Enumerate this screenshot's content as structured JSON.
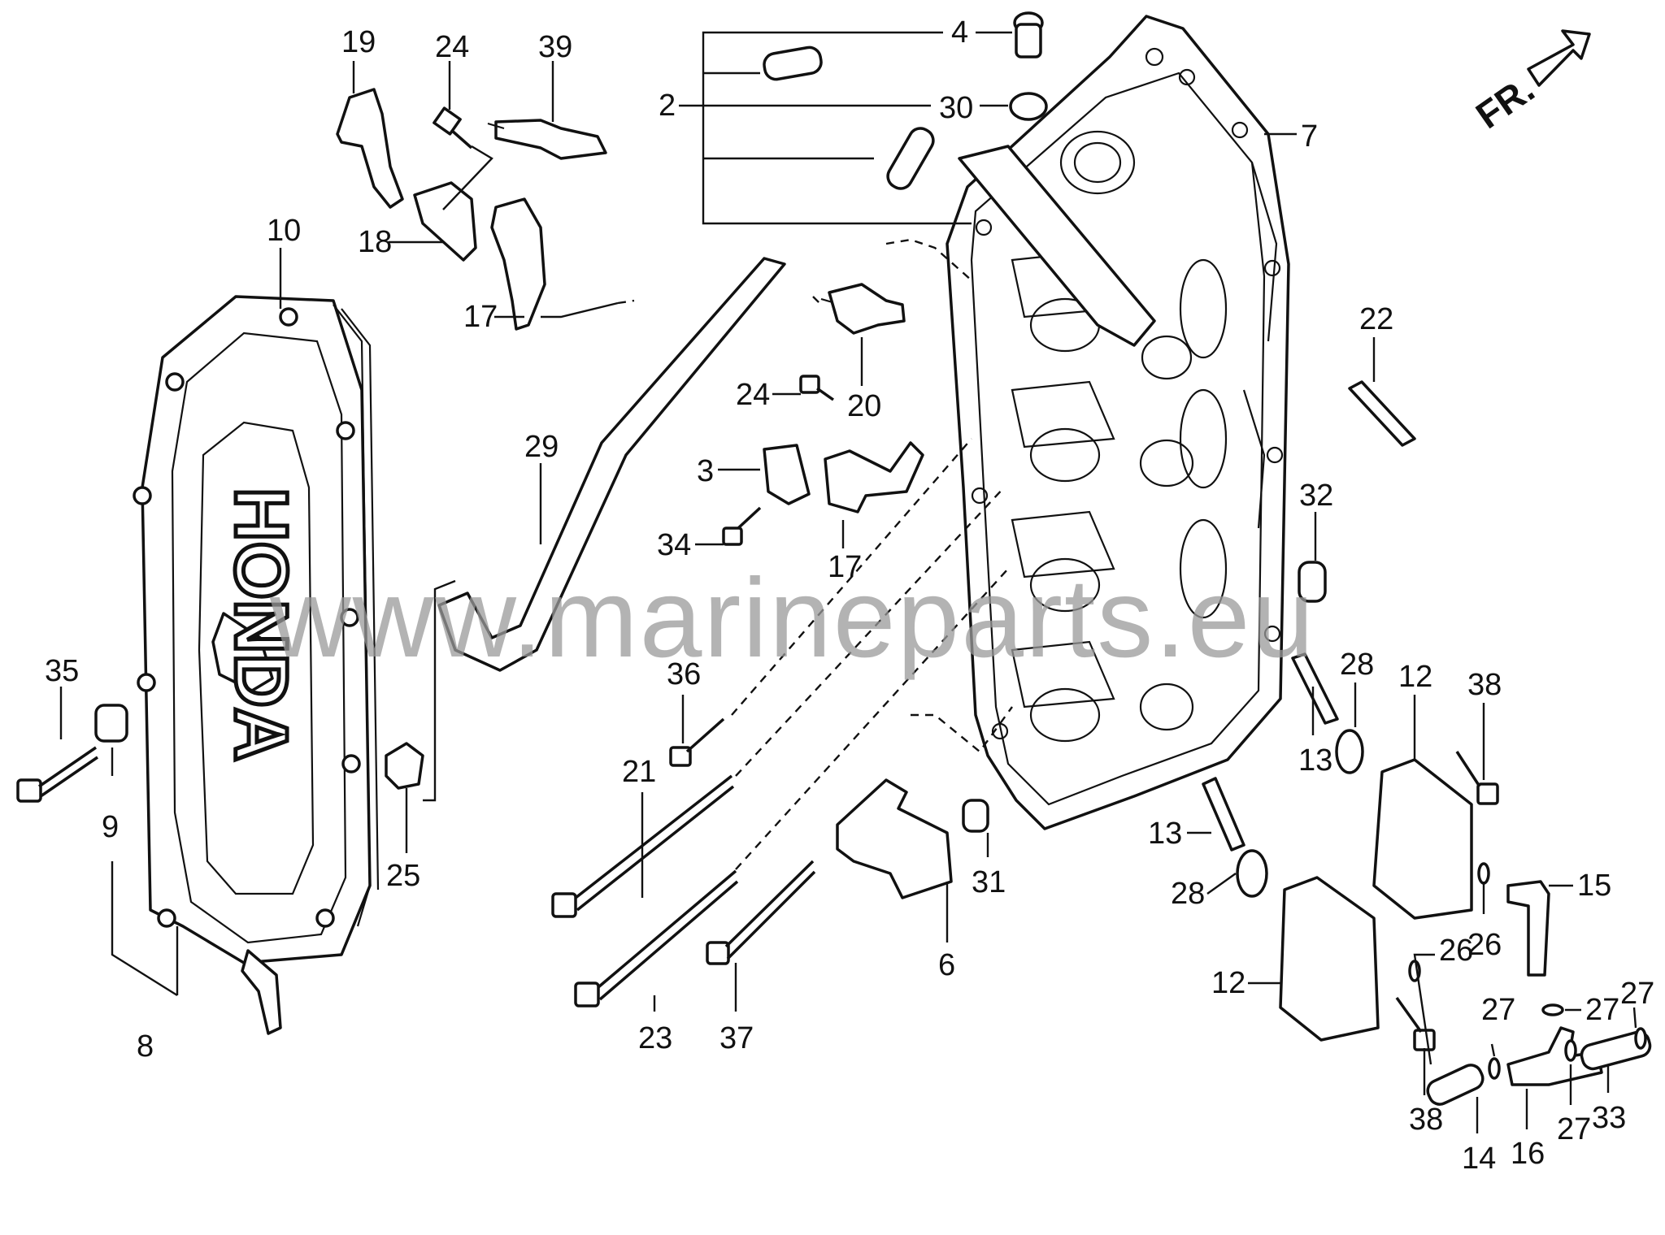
{
  "watermark": "www.marineparts.eu",
  "orientation": {
    "label": "FR."
  },
  "cover_emblem": "HONDA",
  "callouts": [
    {
      "id": "c19a",
      "text": "19"
    },
    {
      "id": "c24a",
      "text": "24"
    },
    {
      "id": "c39",
      "text": "39"
    },
    {
      "id": "c4",
      "text": "4"
    },
    {
      "id": "c2",
      "text": "2"
    },
    {
      "id": "c30",
      "text": "30"
    },
    {
      "id": "c7",
      "text": "7"
    },
    {
      "id": "c10",
      "text": "10"
    },
    {
      "id": "c18",
      "text": "18"
    },
    {
      "id": "c17a",
      "text": "17"
    },
    {
      "id": "c20",
      "text": "20"
    },
    {
      "id": "c24b",
      "text": "24"
    },
    {
      "id": "c29",
      "text": "29"
    },
    {
      "id": "c3",
      "text": "3"
    },
    {
      "id": "c34",
      "text": "34"
    },
    {
      "id": "c17b",
      "text": "17"
    },
    {
      "id": "c22",
      "text": "22"
    },
    {
      "id": "c32",
      "text": "32"
    },
    {
      "id": "c35",
      "text": "35"
    },
    {
      "id": "c9",
      "text": "9"
    },
    {
      "id": "c8",
      "text": "8"
    },
    {
      "id": "c25",
      "text": "25"
    },
    {
      "id": "c36",
      "text": "36"
    },
    {
      "id": "c21",
      "text": "21"
    },
    {
      "id": "c23",
      "text": "23"
    },
    {
      "id": "c37",
      "text": "37"
    },
    {
      "id": "c6",
      "text": "6"
    },
    {
      "id": "c31",
      "text": "31"
    },
    {
      "id": "c13a",
      "text": "13"
    },
    {
      "id": "c28a",
      "text": "28"
    },
    {
      "id": "c12a",
      "text": "12"
    },
    {
      "id": "c38a",
      "text": "38"
    },
    {
      "id": "c13b",
      "text": "13"
    },
    {
      "id": "c28b",
      "text": "28"
    },
    {
      "id": "c15",
      "text": "15"
    },
    {
      "id": "c26a",
      "text": "26"
    },
    {
      "id": "c26b",
      "text": "26"
    },
    {
      "id": "c12b",
      "text": "12"
    },
    {
      "id": "c27a",
      "text": "27"
    },
    {
      "id": "c27b",
      "text": "27"
    },
    {
      "id": "c27c",
      "text": "27"
    },
    {
      "id": "c27d",
      "text": "27"
    },
    {
      "id": "c38b",
      "text": "38"
    },
    {
      "id": "c14",
      "text": "14"
    },
    {
      "id": "c16",
      "text": "16"
    },
    {
      "id": "c33",
      "text": "33"
    }
  ]
}
